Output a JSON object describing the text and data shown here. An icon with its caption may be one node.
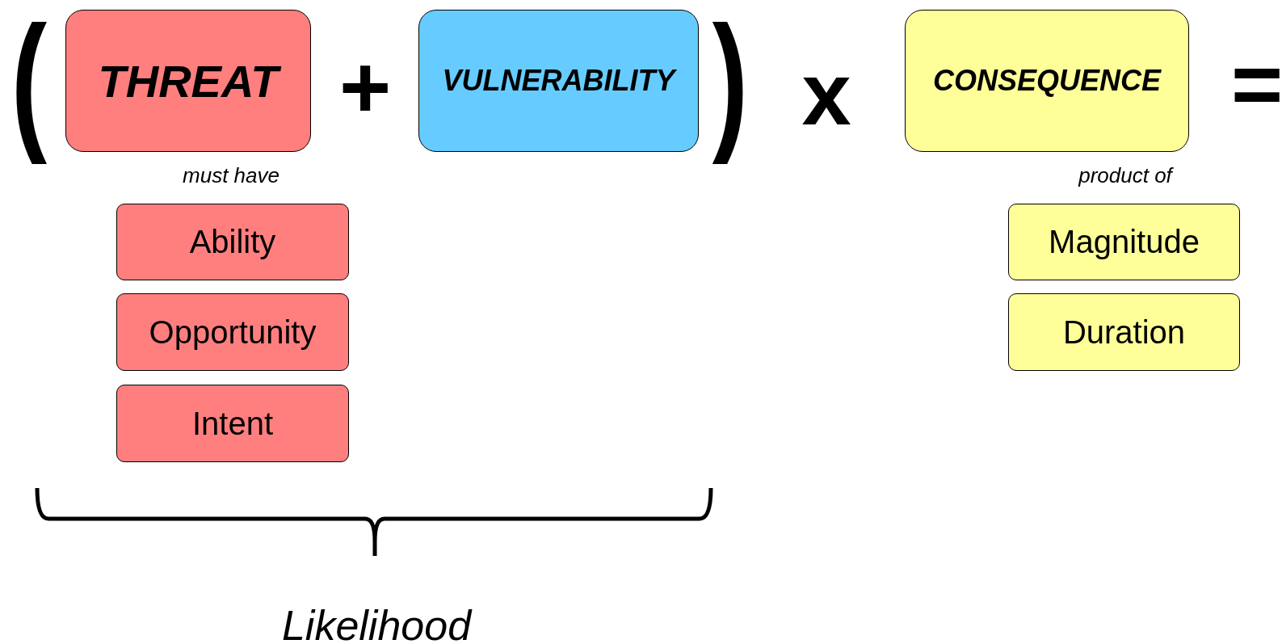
{
  "diagram": {
    "nodes": [
      {
        "text": [
          "THREAT"
        ],
        "beside": [
          "must have"
        ]
      },
      {
        "text": [
          "VULNERABILITY"
        ]
      },
      {
        "text": [
          "CONSEQUENCE"
        ],
        "beside": [
          "product of"
        ]
      },
      {
        "text": [
          "Ability"
        ]
      },
      {
        "text": [
          "Opportunity"
        ]
      },
      {
        "text": [
          "Intent"
        ]
      },
      {
        "text": [
          "Magnitude"
        ]
      },
      {
        "text": [
          "Duration"
        ]
      }
    ],
    "labels": [
      "(",
      "+",
      ")",
      "x",
      "=",
      "Likelihood"
    ]
  }
}
